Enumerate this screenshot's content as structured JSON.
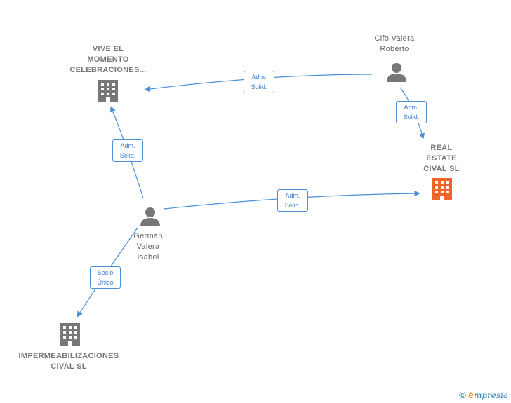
{
  "nodes": {
    "vive": {
      "label": "VIVE EL\nMOMENTO\nCELEBRACIONES...",
      "type": "company"
    },
    "cifo": {
      "label": "Cifo Valera\nRoberto",
      "type": "person"
    },
    "real": {
      "label": "REAL\nESTATE\nCIVAL  SL",
      "type": "company-focus"
    },
    "german": {
      "label": "German\nValera\nIsabel",
      "type": "person"
    },
    "imper": {
      "label": "IMPERMEABILIZACIONES\nCIVAL SL",
      "type": "company"
    }
  },
  "edges": {
    "cifo_vive": "Adm.\nSolid.",
    "cifo_real": "Adm.\nSolid.",
    "german_vive": "Adm.\nSolid.",
    "german_real": "Adm.\nSolid.",
    "german_imper": "Socio\nÚnico"
  },
  "colors": {
    "edge": "#4a90d9",
    "icon": "#777777",
    "focus": "#f0642a"
  },
  "footer": {
    "copyright": "©",
    "brand_initial": "e",
    "brand_rest": "mpresia"
  }
}
